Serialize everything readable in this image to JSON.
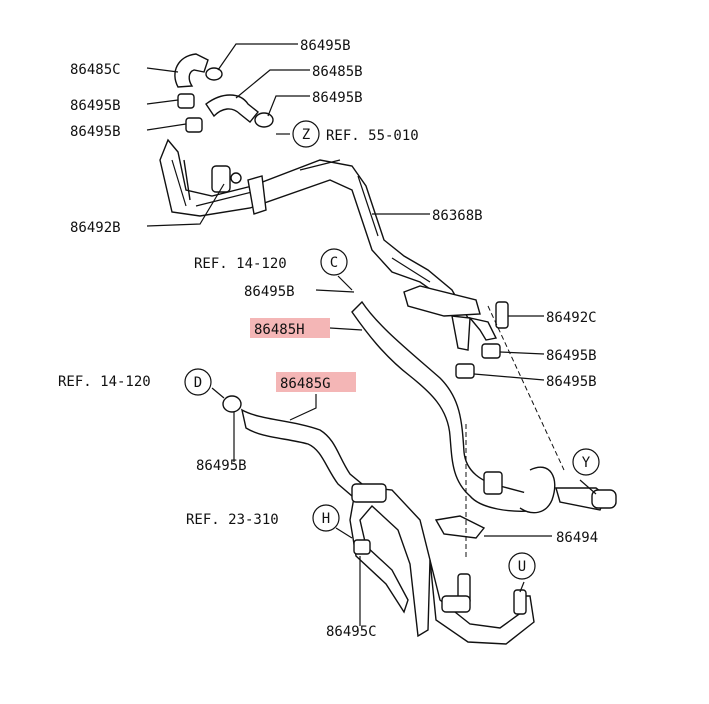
{
  "labels": {
    "l1": "86485C",
    "l2": "86495B",
    "l3": "86485B",
    "l4": "86495B",
    "l5": "86495B",
    "l6": "86495B",
    "l7": "REF. 55-010",
    "l8": "86492B",
    "l9": "86368B",
    "l10": "REF. 14-120",
    "l11": "86495B",
    "l12": "86485H",
    "l13": "86492C",
    "l14": "86495B",
    "l15": "86495B",
    "l16": "REF. 14-120",
    "l17": "86485G",
    "l18": "86495B",
    "l19": "REF. 23-310",
    "l20": "86494",
    "l21": "86495C"
  },
  "circles": {
    "z": "Z",
    "c": "C",
    "d": "D",
    "y": "Y",
    "h": "H",
    "u": "U"
  },
  "highlight_color": "#f4b6b6"
}
